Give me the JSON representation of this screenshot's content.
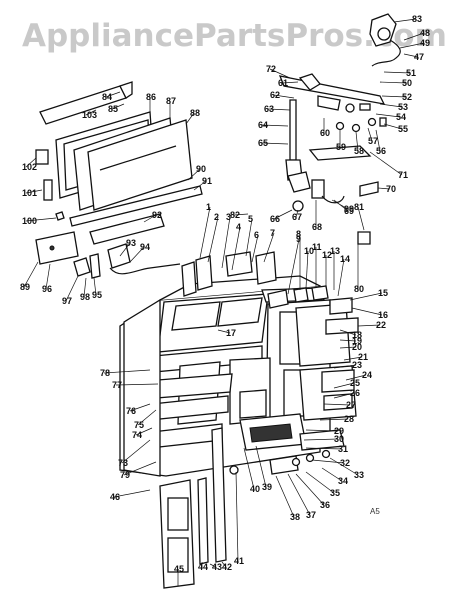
{
  "watermark": "AppliancePartsPros.com",
  "diagram_code": "A5",
  "callouts": [
    "1",
    "2",
    "3",
    "4",
    "5",
    "6",
    "7",
    "8",
    "9",
    "10",
    "11",
    "12",
    "13",
    "14",
    "15",
    "16",
    "17",
    "18",
    "19",
    "20",
    "21",
    "22",
    "23",
    "24",
    "25",
    "26",
    "27",
    "28",
    "29",
    "30",
    "31",
    "32",
    "33",
    "34",
    "35",
    "36",
    "37",
    "38",
    "39",
    "40",
    "41",
    "42",
    "43",
    "44",
    "45",
    "46",
    "47",
    "48",
    "49",
    "50",
    "51",
    "52",
    "53",
    "54",
    "55",
    "56",
    "57",
    "58",
    "59",
    "60",
    "61",
    "62",
    "63",
    "64",
    "65",
    "66",
    "67",
    "68",
    "69",
    "70",
    "71",
    "72",
    "73",
    "74",
    "75",
    "76",
    "77",
    "78",
    "79",
    "80",
    "81",
    "82",
    "83",
    "84",
    "85",
    "86",
    "87",
    "88",
    "89",
    "90",
    "91",
    "92",
    "93",
    "94",
    "95",
    "96",
    "97",
    "98",
    "99",
    "100",
    "101",
    "102",
    "103"
  ]
}
